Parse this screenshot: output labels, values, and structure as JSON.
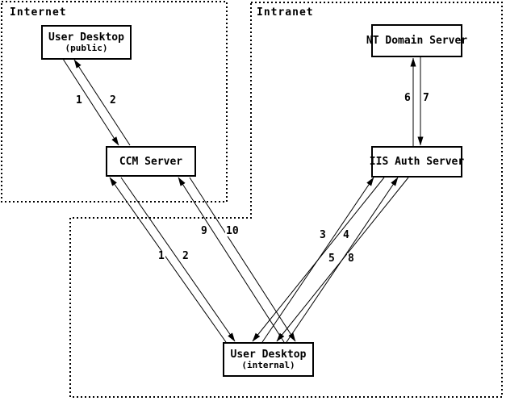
{
  "regions": {
    "internet": {
      "label": "Internet"
    },
    "intranet": {
      "label": "Intranet"
    }
  },
  "nodes": {
    "user_desktop_public": {
      "label": "User Desktop",
      "sublabel": "(public)"
    },
    "ccm_server": {
      "label": "CCM Server"
    },
    "nt_domain_server": {
      "label": "NT Domain Server"
    },
    "iis_auth_server": {
      "label": "IIS Auth Server"
    },
    "user_desktop_internal": {
      "label": "User Desktop",
      "sublabel": "(internal)"
    }
  },
  "edge_labels": {
    "public_to_ccm": "1",
    "ccm_to_public": "2",
    "internal_to_ccm": "1",
    "ccm_to_internal": "2",
    "internal_to_iis_a": "3",
    "iis_to_internal_a": "4",
    "internal_to_iis_b": "5",
    "iis_to_nt": "6",
    "nt_to_iis": "7",
    "iis_to_internal_b": "8",
    "internal_to_ccm_b": "9",
    "ccm_to_internal_b": "10"
  },
  "colors": {
    "line": "#000000",
    "background": "#ffffff",
    "box_fill": "#ffffff"
  }
}
